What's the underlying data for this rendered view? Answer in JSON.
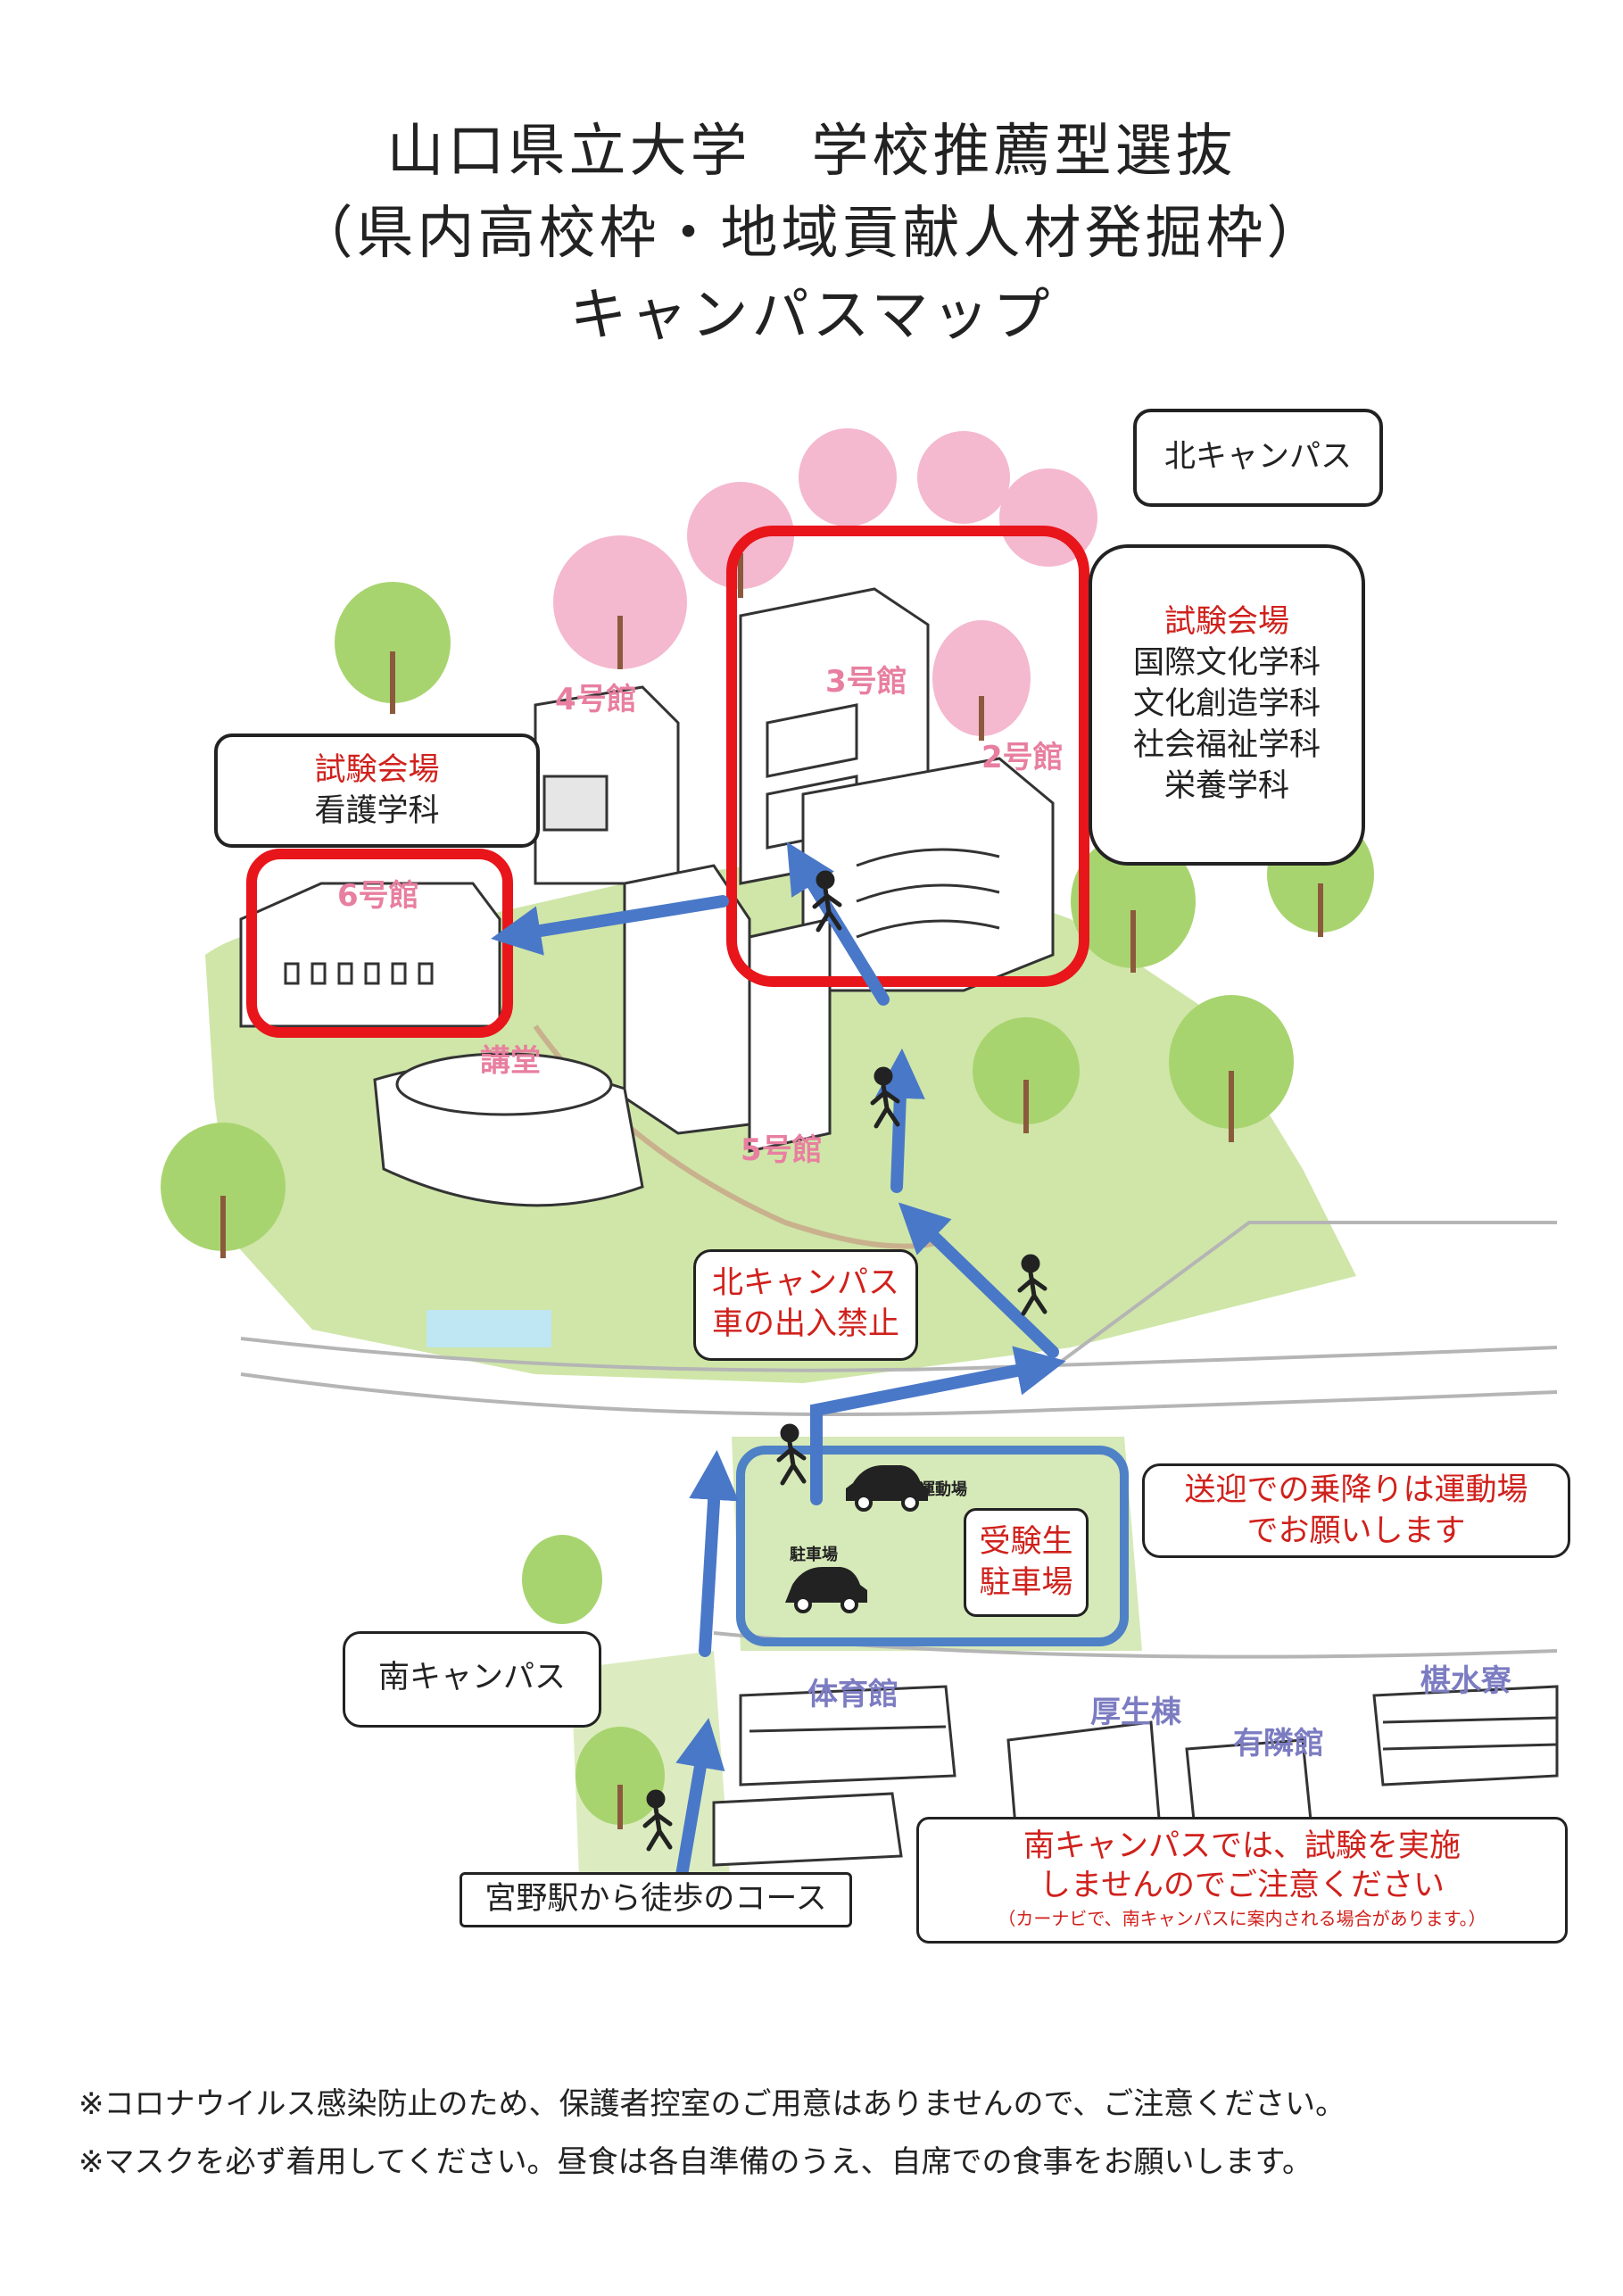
{
  "title": {
    "line1": "山口県立大学　学校推薦型選抜",
    "line2": "（県内高校枠・地域貢献人材発掘枠）",
    "line3": "キャンパスマップ"
  },
  "callouts": {
    "north_campus": "北キャンパス",
    "exam_venue_right": {
      "heading": "試験会場",
      "departments": [
        "国際文化学科",
        "文化創造学科",
        "社会福祉学科",
        "栄養学科"
      ]
    },
    "exam_venue_left": {
      "heading": "試験会場",
      "department": "看護学科"
    },
    "no_vehicles": [
      "北キャンパス",
      "車の出入禁止"
    ],
    "drop_off": [
      "送迎での乗降りは運動場",
      "でお願いします"
    ],
    "applicant_parking": [
      "受験生",
      "駐車場"
    ],
    "south_campus": "南キャンパス",
    "walking_course": "宮野駅から徒歩のコース",
    "south_warning": [
      "南キャンパスでは、試験を実施",
      "しませんのでご注意ください"
    ],
    "south_warning_sub": "（カーナビで、南キャンパスに案内される場合があります。）"
  },
  "buildings": {
    "b4": "4号館",
    "b3": "3号館",
    "b2": "2号館",
    "b6": "6号館",
    "auditorium": "講堂",
    "b5": "5号館",
    "gym": "体育館",
    "welfare": "厚生棟",
    "yurin": "有隣館",
    "dorm": "椹水寮",
    "sports_ground": "運動場",
    "parking_lot": "駐車場"
  },
  "notes": [
    "※コロナウイルス感染防止のため、保護者控室のご用意はありませんので、ご注意ください。",
    "※マスクを必ず着用してください。昼食は各自準備のうえ、自席での食事をお願いします。"
  ],
  "colors": {
    "exam_building_frame": "#e8151b",
    "parking_frame": "#4f81c7",
    "route_arrow": "#4a78c8",
    "callout_red_text": "#d0211c",
    "grass": "#cfe6a8",
    "cherry_tree": "#f4b8cf",
    "green_tree": "#a8d46f"
  }
}
